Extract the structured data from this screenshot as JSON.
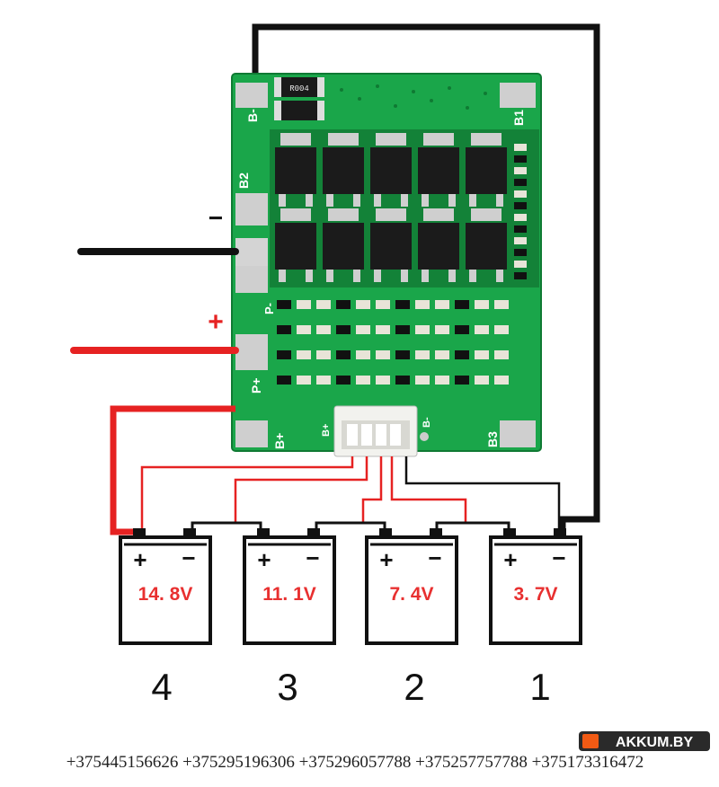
{
  "colors": {
    "pcb": "#1aa64a",
    "pcb_dark": "#138238",
    "wire_red": "#e62222",
    "wire_black": "#111111",
    "voltage_text": "#e83030",
    "logo_accent": "#f05a14"
  },
  "board": {
    "labels": {
      "b1": "B1",
      "b2": "B2",
      "b3": "B3",
      "b_minus": "B-",
      "b_plus": "B+",
      "p_minus": "P-",
      "p_plus": "P+",
      "conn_b_plus": "B+",
      "conn_b_minus": "B-",
      "resistor": "R004"
    }
  },
  "wires": {
    "minus_label": "−",
    "plus_label": "+"
  },
  "batteries": [
    {
      "plus": "+",
      "minus": "−",
      "voltage": "14. 8V",
      "number": "4"
    },
    {
      "plus": "+",
      "minus": "−",
      "voltage": "11. 1V",
      "number": "3"
    },
    {
      "plus": "+",
      "minus": "−",
      "voltage": "7. 4V",
      "number": "2"
    },
    {
      "plus": "+",
      "minus": "−",
      "voltage": "3. 7V",
      "number": "1"
    }
  ],
  "footer": {
    "phones": "+375445156626 +375295196306 +375296057788 +375257757788 +375173316472",
    "logo": "AKKUM.BY"
  }
}
